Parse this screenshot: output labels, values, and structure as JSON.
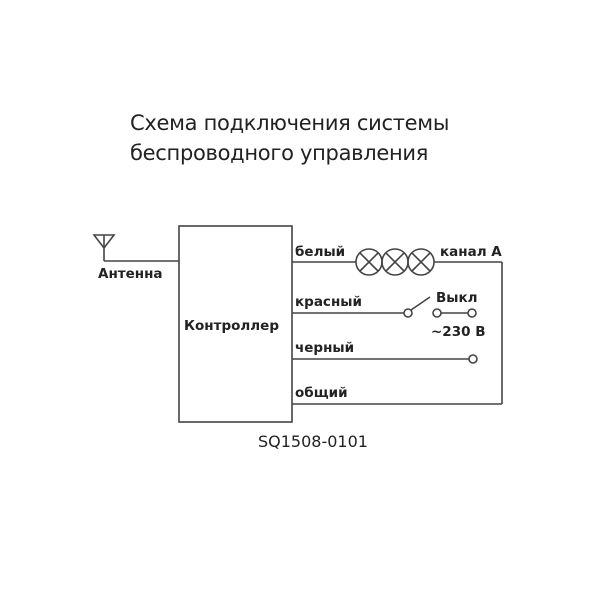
{
  "title": {
    "line1": "Схема подключения системы",
    "line2": "беспроводного управления"
  },
  "diagram": {
    "controller_label": "Контроллер",
    "antenna_label": "Антенна",
    "wires": [
      {
        "label": "белый"
      },
      {
        "label": "красный"
      },
      {
        "label": "черный"
      },
      {
        "label": "общий"
      }
    ],
    "channel_label": "канал А",
    "switch_label": "Выкл",
    "voltage_label": "~230 В",
    "lamp_count": 3,
    "icons": [
      "antenna-icon",
      "lamp-icon",
      "switch-icon"
    ],
    "line_color": "#444444"
  },
  "model_code": "SQ1508-0101"
}
